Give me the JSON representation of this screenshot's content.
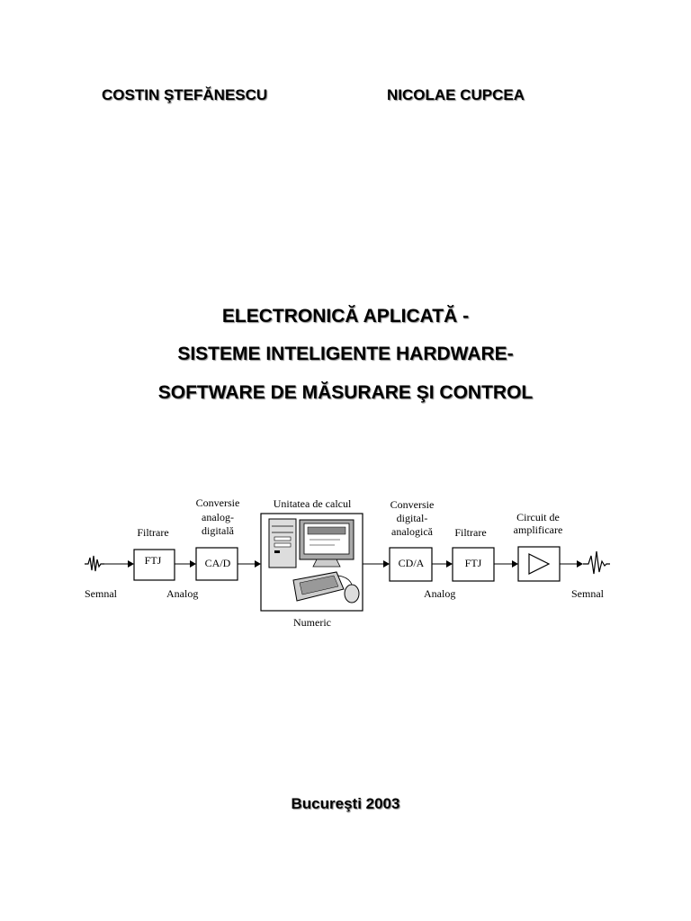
{
  "authors": [
    "COSTIN ŞTEFĂNESCU",
    "NICOLAE CUPCEA"
  ],
  "title_lines": [
    "ELECTRONICĂ APLICATĂ -",
    "SISTEME INTELIGENTE HARDWARE-",
    "SOFTWARE DE MĂSURARE ŞI CONTROL"
  ],
  "diagram": {
    "signal_in": "Semnal",
    "filter_in_caption": "Filtrare",
    "filter_in_block": "FTJ",
    "analog_in": "Analog",
    "adc_caption": [
      "Conversie",
      "analog-",
      "digitală"
    ],
    "adc_block": "CA/D",
    "computer_caption": "Unitatea de calcul",
    "numeric": "Numeric",
    "dac_caption": [
      "Conversie",
      "digital-",
      "analogică"
    ],
    "dac_block": "CD/A",
    "filter_out_caption": "Filtrare",
    "filter_out_block": "FTJ",
    "analog_out": "Analog",
    "amp_caption": [
      "Circuit de",
      "amplificare"
    ],
    "signal_out": "Semnal"
  },
  "footer": "Bucureşti 2003"
}
